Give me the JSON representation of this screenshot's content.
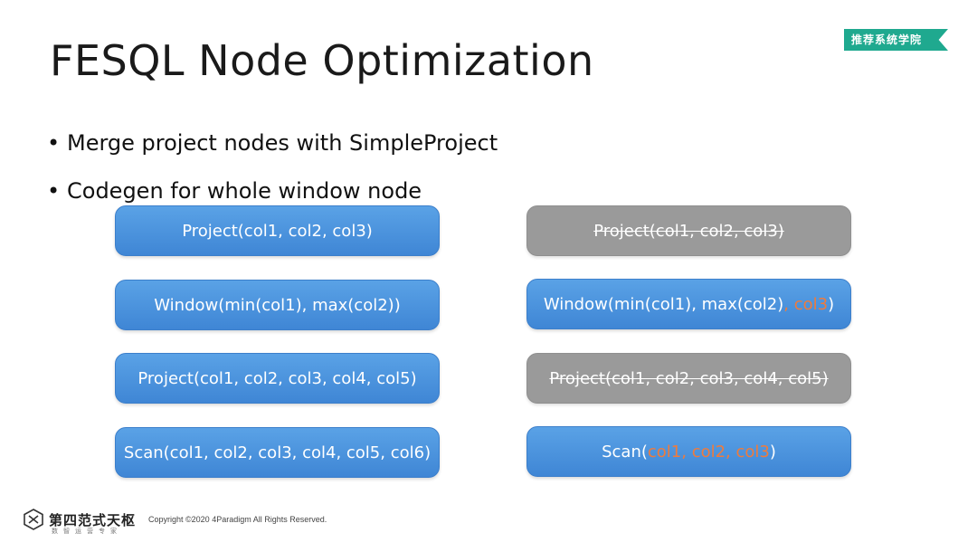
{
  "slide": {
    "title": "FESQL Node Optimization",
    "badge": "推荐系统学院"
  },
  "bullets": [
    {
      "marker": "•",
      "text": "Merge project nodes with SimpleProject"
    },
    {
      "marker": "•",
      "text": "Codegen for whole window node"
    }
  ],
  "left_nodes": [
    "Project(col1, col2, col3)",
    "Window(min(col1), max(col2))",
    "Project(col1, col2, col3, col4, col5)",
    "Scan(col1, col2, col3, col4, col5, col6)"
  ],
  "right_nodes": [
    {
      "text": "Project(col1, col2, col3)",
      "state": "removed"
    },
    {
      "prefix": "Window(min(col1), max(col2)",
      "highlight": ", col3",
      "suffix": ")",
      "state": "active"
    },
    {
      "text": "Project(col1, col2, col3, col4, col5)",
      "state": "removed"
    },
    {
      "prefix": "Scan(",
      "highlight": "col1, col2, col3",
      "suffix": ")",
      "state": "active"
    }
  ],
  "colors": {
    "node_blue": "#4a93dd",
    "node_gray": "#9a9a9a",
    "highlight": "#ef7b3c",
    "badge": "#1fa98f"
  },
  "footer": {
    "logo_text": "第四范式天枢",
    "logo_sub": "数智运营专家",
    "copyright": "Copyright ©2020 4Paradigm All Rights Reserved."
  }
}
